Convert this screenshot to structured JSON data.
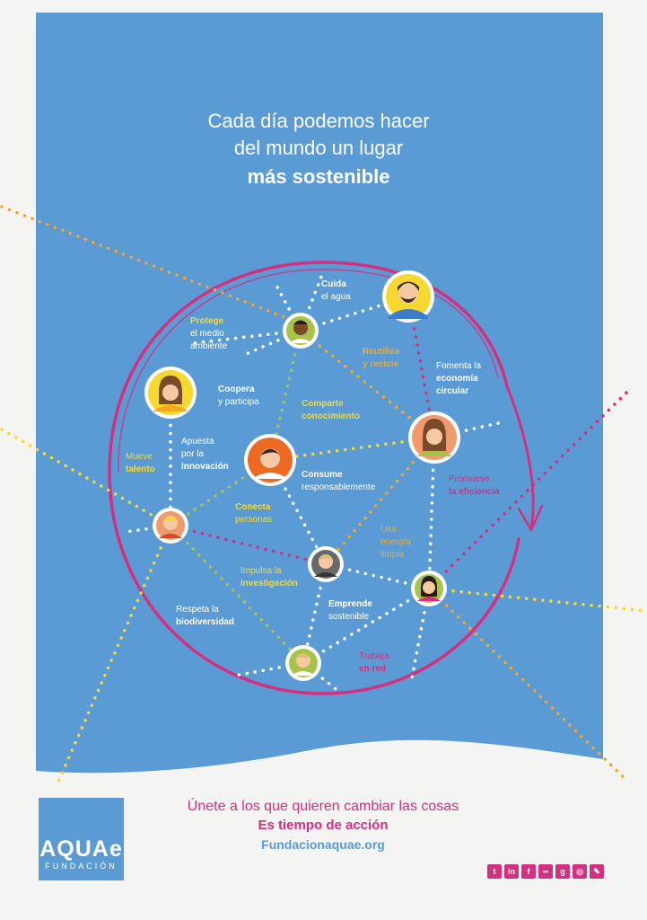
{
  "title": {
    "line1": "Cada día podemos hacer",
    "line2": "del mundo un lugar",
    "line3": "más sostenible"
  },
  "labels": {
    "cuida_1": "Cuida",
    "cuida_2": "el agua",
    "protege_1": "Protege",
    "protege_2": "el medio",
    "protege_3": "ambiente",
    "reutiliza_1": "Reutiliza",
    "reutiliza_2": "y recicle",
    "fomenta_1": "Fomenta la",
    "fomenta_2": "economía",
    "fomenta_3": "circular",
    "coopera_1": "Coopera",
    "coopera_2": "y participa",
    "comparte_1": "Comparte",
    "comparte_2": "conocimiento",
    "apuesta_1": "Apuesta",
    "apuesta_2": "por la",
    "apuesta_3": "innovación",
    "mueve_1": "Mueve",
    "mueve_2": "talento",
    "consume_1": "Consume",
    "consume_2": "responsablemente",
    "promueve_1": "Promueve",
    "promueve_2": "la eficiencia",
    "conecta_1": "Conecta",
    "conecta_2": "personas",
    "usa_1": "Usa",
    "usa_2": "energía",
    "usa_3": "limpia",
    "impulsa_1": "Impulsa la",
    "impulsa_2": "investigación",
    "emprende_1": "Emprende",
    "emprende_2": "sostenible",
    "respeta_1": "Respeta la",
    "respeta_2": "biodiversidad",
    "trabaja_1": "Trabaja",
    "trabaja_2": "en red"
  },
  "footer": {
    "slogan1": "Únete a los que quieren cambiar las cosas",
    "slogan2": "Es tiempo de acción",
    "website": "Fundacionaquae.org",
    "logo_line1": "AQUAe",
    "logo_line2": "FUNDACIÓN"
  },
  "social_icons": [
    "twitter-icon",
    "linkedin-icon",
    "facebook-icon",
    "flickr-icon",
    "googleplus-icon",
    "instagram-icon",
    "blog-icon"
  ],
  "colors": {
    "background_blue": "#5b9bd5",
    "magenta": "#d3307f",
    "yellow": "#f6d82e",
    "orange": "#ee6a24",
    "olive": "#a7c34a",
    "salmon": "#f19a6e"
  }
}
